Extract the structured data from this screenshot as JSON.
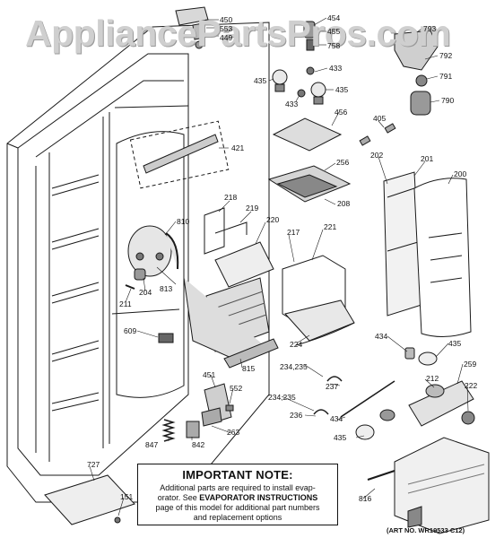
{
  "watermark": "AppliancePartsPros.com",
  "art_number": "(ART NO. WR19533 C12)",
  "note": {
    "title": "IMPORTANT NOTE:",
    "line1": "Additional parts are required to install evap-",
    "line2a": "orator.  See ",
    "line2b": "EVAPORATOR INSTRUCTIONS",
    "line3": "page of this model for additional part numbers",
    "line4": "and replacement options"
  },
  "parts": [
    {
      "id": "450",
      "label": "450"
    },
    {
      "id": "553",
      "label": "553"
    },
    {
      "id": "449",
      "label": "449"
    },
    {
      "id": "454",
      "label": "454"
    },
    {
      "id": "455",
      "label": "455"
    },
    {
      "id": "758",
      "label": "758"
    },
    {
      "id": "793",
      "label": "793"
    },
    {
      "id": "792",
      "label": "792"
    },
    {
      "id": "791",
      "label": "791"
    },
    {
      "id": "790",
      "label": "790"
    },
    {
      "id": "435a",
      "label": "435"
    },
    {
      "id": "433a",
      "label": "433"
    },
    {
      "id": "435b",
      "label": "435"
    },
    {
      "id": "433b",
      "label": "433"
    },
    {
      "id": "456",
      "label": "456"
    },
    {
      "id": "405",
      "label": "405"
    },
    {
      "id": "421",
      "label": "421"
    },
    {
      "id": "202",
      "label": "202"
    },
    {
      "id": "201",
      "label": "201"
    },
    {
      "id": "200",
      "label": "200"
    },
    {
      "id": "256",
      "label": "256"
    },
    {
      "id": "208",
      "label": "208"
    },
    {
      "id": "218",
      "label": "218"
    },
    {
      "id": "219",
      "label": "219"
    },
    {
      "id": "220",
      "label": "220"
    },
    {
      "id": "221",
      "label": "221"
    },
    {
      "id": "217",
      "label": "217"
    },
    {
      "id": "810",
      "label": "810"
    },
    {
      "id": "813",
      "label": "813"
    },
    {
      "id": "204",
      "label": "204"
    },
    {
      "id": "211",
      "label": "211"
    },
    {
      "id": "609",
      "label": "609"
    },
    {
      "id": "224",
      "label": "224"
    },
    {
      "id": "815",
      "label": "815"
    },
    {
      "id": "434a",
      "label": "434"
    },
    {
      "id": "435c",
      "label": "435"
    },
    {
      "id": "234_235a",
      "label": "234,235"
    },
    {
      "id": "237",
      "label": "237"
    },
    {
      "id": "212",
      "label": "212"
    },
    {
      "id": "259",
      "label": "259"
    },
    {
      "id": "222",
      "label": "222"
    },
    {
      "id": "451",
      "label": "451"
    },
    {
      "id": "552",
      "label": "552"
    },
    {
      "id": "234_235b",
      "label": "234,235"
    },
    {
      "id": "236",
      "label": "236"
    },
    {
      "id": "434b",
      "label": "434"
    },
    {
      "id": "263",
      "label": "263"
    },
    {
      "id": "847",
      "label": "847"
    },
    {
      "id": "842",
      "label": "842"
    },
    {
      "id": "435d",
      "label": "435"
    },
    {
      "id": "727",
      "label": "727"
    },
    {
      "id": "816",
      "label": "816"
    },
    {
      "id": "151",
      "label": "151"
    }
  ]
}
